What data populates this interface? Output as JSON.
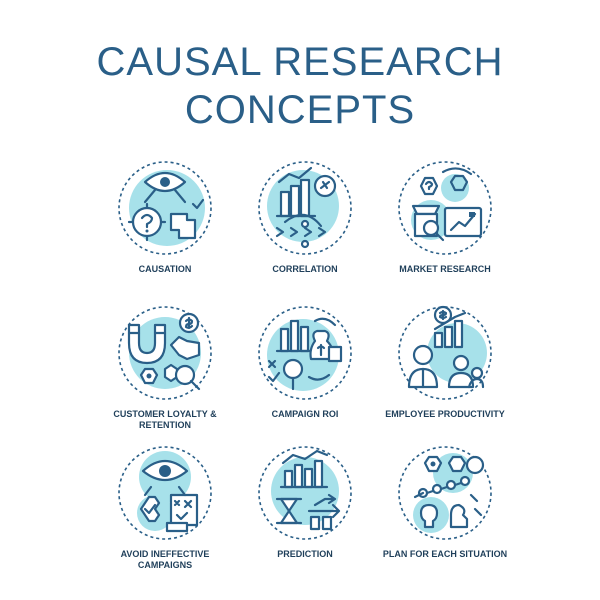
{
  "page": {
    "title_line1": "CAUSAL RESEARCH",
    "title_line2": "CONCEPTS"
  },
  "colors": {
    "title": "#2a5f88",
    "icon_stroke": "#2a5f88",
    "icon_fill": "#a7e1ea",
    "label": "#1f3f5a"
  },
  "concepts": [
    {
      "icon": "causation-icon",
      "label": "CAUSATION"
    },
    {
      "icon": "correlation-icon",
      "label": "CORRELATION"
    },
    {
      "icon": "market-research-icon",
      "label": "MARKET RESEARCH"
    },
    {
      "icon": "customer-loyalty-icon",
      "label": "CUSTOMER LOYALTY & RETENTION"
    },
    {
      "icon": "campaign-roi-icon",
      "label": "CAMPAIGN ROI"
    },
    {
      "icon": "employee-productivity-icon",
      "label": "EMPLOYEE PRODUCTIVITY"
    },
    {
      "icon": "avoid-campaigns-icon",
      "label": "AVOID INEFFECTIVE CAMPAIGNS"
    },
    {
      "icon": "prediction-icon",
      "label": "PREDICTION"
    },
    {
      "icon": "plan-icon",
      "label": "PLAN FOR EACH SITUATION"
    }
  ]
}
